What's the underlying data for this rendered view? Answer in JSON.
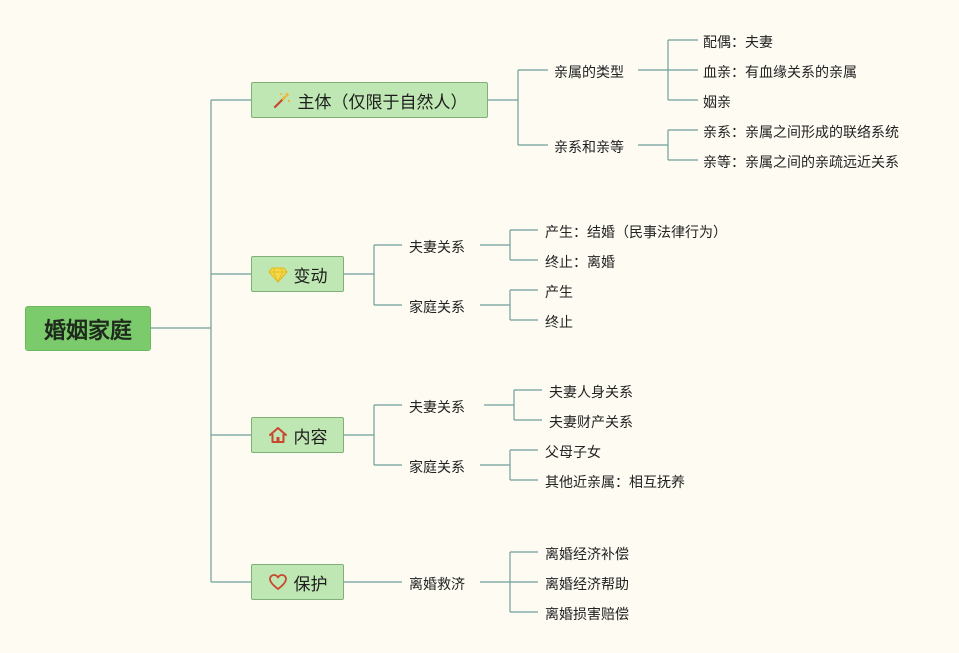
{
  "root": "婚姻家庭",
  "branches": [
    {
      "label": "主体（仅限于自然人）",
      "icon": "magic-wand-icon",
      "children": [
        {
          "label": "亲属的类型",
          "children": [
            "配偶：夫妻",
            "血亲：有血缘关系的亲属",
            "姻亲"
          ]
        },
        {
          "label": "亲系和亲等",
          "children": [
            "亲系：亲属之间形成的联络系统",
            "亲等：亲属之间的亲疏远近关系"
          ]
        }
      ]
    },
    {
      "label": "变动",
      "icon": "gem-icon",
      "children": [
        {
          "label": "夫妻关系",
          "children": [
            "产生：结婚（民事法律行为）",
            "终止：离婚"
          ]
        },
        {
          "label": "家庭关系",
          "children": [
            "产生",
            "终止"
          ]
        }
      ]
    },
    {
      "label": "内容",
      "icon": "house-icon",
      "children": [
        {
          "label": "夫妻关系",
          "children": [
            "夫妻人身关系",
            "夫妻财产关系"
          ]
        },
        {
          "label": "家庭关系",
          "children": [
            "父母子女",
            "其他近亲属：相互抚养"
          ]
        }
      ]
    },
    {
      "label": "保护",
      "icon": "heart-icon",
      "children": [
        {
          "label": "离婚救济",
          "children": [
            "离婚经济补偿",
            "离婚经济帮助",
            "离婚损害赔偿"
          ]
        }
      ]
    }
  ],
  "colors": {
    "line": "#6fa09a",
    "rootFill": "#7bcb6c",
    "branchFill": "#bfe7b3",
    "branchBorder": "#7fb176",
    "background": "#fdfbf2"
  }
}
